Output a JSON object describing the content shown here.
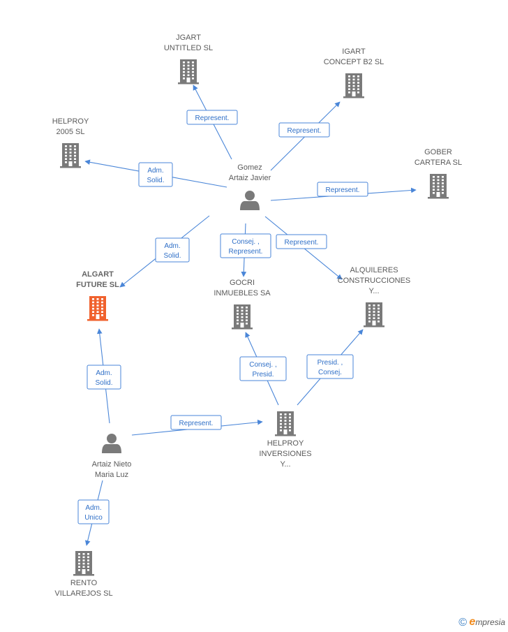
{
  "colors": {
    "edge": "#4a86d8",
    "edge_text": "#2f6fc7",
    "node": "#7a7a7a",
    "focus_node": "#f0622e",
    "label": "#5a5a5a"
  },
  "nodes": [
    {
      "id": "jgart",
      "type": "company",
      "icon": "building-icon",
      "lines": [
        "JGART",
        "UNTITLED SL"
      ]
    },
    {
      "id": "igart",
      "type": "company",
      "icon": "building-icon",
      "lines": [
        "IGART",
        "CONCEPT B2 SL"
      ]
    },
    {
      "id": "helproy2005",
      "type": "company",
      "icon": "building-icon",
      "lines": [
        "HELPROY",
        "2005 SL"
      ]
    },
    {
      "id": "gober",
      "type": "company",
      "icon": "building-icon",
      "lines": [
        "GOBER",
        "CARTERA SL"
      ]
    },
    {
      "id": "gomez",
      "type": "person",
      "icon": "person-icon",
      "lines": [
        "Gomez",
        "Artaiz Javier"
      ]
    },
    {
      "id": "algart",
      "type": "company",
      "icon": "building-icon",
      "focus": true,
      "lines": [
        "ALGART",
        "FUTURE SL"
      ]
    },
    {
      "id": "gocri",
      "type": "company",
      "icon": "building-icon",
      "lines": [
        "GOCRI",
        "INMUEBLES SA"
      ]
    },
    {
      "id": "alquileres",
      "type": "company",
      "icon": "building-icon",
      "lines": [
        "ALQUILERES",
        "CONSTRUCCIONES",
        "Y..."
      ]
    },
    {
      "id": "helproyinv",
      "type": "company",
      "icon": "building-icon",
      "lines": [
        "HELPROY",
        "INVERSIONES",
        "Y..."
      ]
    },
    {
      "id": "artaiz",
      "type": "person",
      "icon": "person-icon",
      "lines": [
        "Artaiz Nieto",
        "Maria Luz"
      ]
    },
    {
      "id": "rento",
      "type": "company",
      "icon": "building-icon",
      "lines": [
        "RENTO",
        "VILLAREJOS SL"
      ]
    }
  ],
  "edges": [
    {
      "from": "gomez",
      "to": "jgart",
      "label": [
        "Represent."
      ]
    },
    {
      "from": "gomez",
      "to": "igart",
      "label": [
        "Represent."
      ]
    },
    {
      "from": "gomez",
      "to": "helproy2005",
      "label": [
        "Adm.",
        "Solid."
      ]
    },
    {
      "from": "gomez",
      "to": "gober",
      "label": [
        "Represent."
      ]
    },
    {
      "from": "gomez",
      "to": "algart",
      "label": [
        "Adm.",
        "Solid."
      ]
    },
    {
      "from": "gomez",
      "to": "gocri",
      "label": [
        "Consej. ,",
        "Represent."
      ]
    },
    {
      "from": "gomez",
      "to": "alquileres",
      "label": [
        "Represent."
      ]
    },
    {
      "from": "helproyinv",
      "to": "gocri",
      "label": [
        "Consej. ,",
        "Presid."
      ]
    },
    {
      "from": "helproyinv",
      "to": "alquileres",
      "label": [
        "Presid. ,",
        "Consej."
      ]
    },
    {
      "from": "artaiz",
      "to": "algart",
      "label": [
        "Adm.",
        "Solid."
      ]
    },
    {
      "from": "artaiz",
      "to": "helproyinv",
      "label": [
        "Represent."
      ]
    },
    {
      "from": "artaiz",
      "to": "rento",
      "label": [
        "Adm.",
        "Unico"
      ]
    }
  ],
  "brand": {
    "copyright": "©",
    "e": "e",
    "rest": "mpresia"
  }
}
